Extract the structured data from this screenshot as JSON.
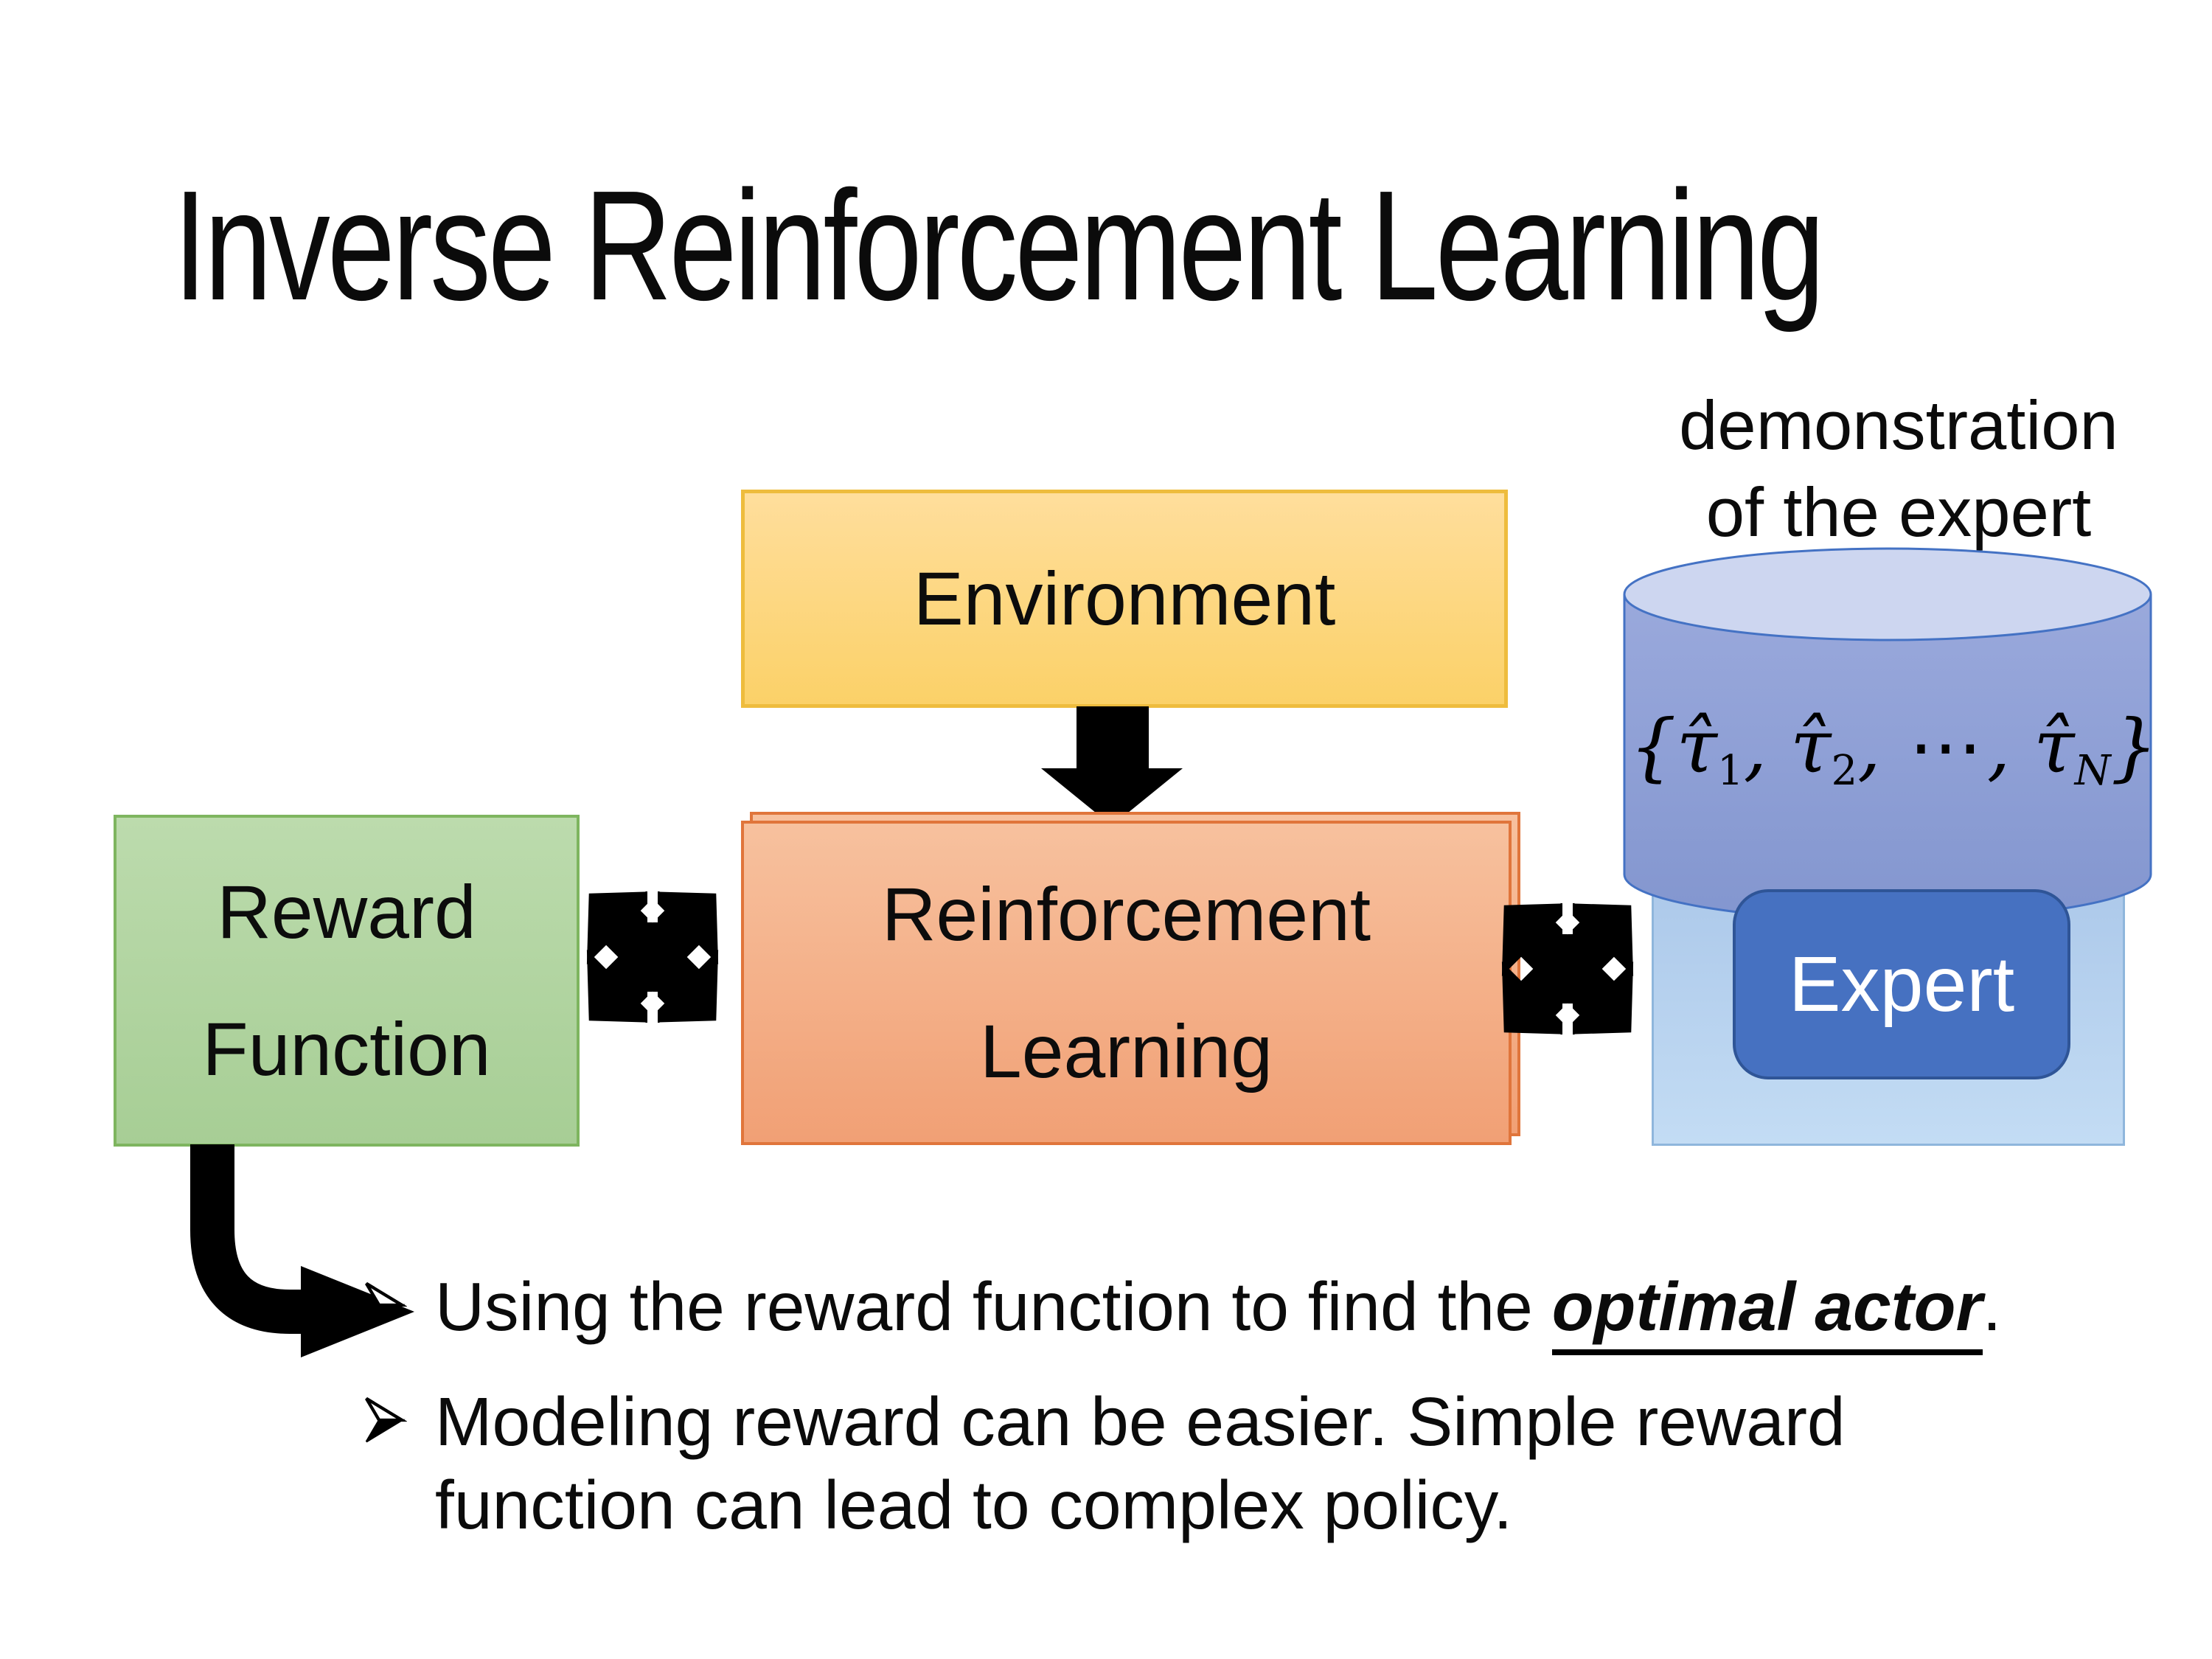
{
  "slide": {
    "title": "Inverse Reinforcement Learning"
  },
  "annotation": {
    "line1": "demonstration",
    "line2": "of the expert"
  },
  "diagram": {
    "environment": {
      "label": "Environment",
      "fill_top": "#FFDE9C",
      "fill_bottom": "#FBD168",
      "border": "#EEBC3D"
    },
    "reward_function": {
      "line1": "Reward",
      "line2": "Function",
      "fill_top": "#BCDBAD",
      "fill_bottom": "#A7CE95",
      "border": "#7EB55F"
    },
    "reinforcement_learning": {
      "line1": "Reinforcement",
      "line2": "Learning",
      "fill_top": "#F7C19E",
      "fill_bottom": "#F1A075",
      "border": "#E0753B"
    },
    "expert": {
      "label": "Expert",
      "fill": "#4671C1",
      "border": "#2F5597",
      "text_color": "#FFFFFF"
    },
    "expert_panel": {
      "fill_top": "#A8C5E8",
      "fill_bottom": "#C3DCF4",
      "border": "#8FB6DC"
    },
    "database": {
      "body_fill_top": "#9AA9DC",
      "body_fill_bottom": "#8396CF",
      "top_fill": "#CDD6F0",
      "border": "#4472C4",
      "formula": {
        "lbrace": "{",
        "tau": "τ̂",
        "sub1": "1",
        "sub2": "2",
        "dots": "⋯",
        "subN": "N",
        "rbrace": "}",
        "comma": ", "
      }
    },
    "arrow_color": "#000000"
  },
  "bullets": {
    "b1": {
      "prefix": "Using the reward function to find the ",
      "emphasis": "optimal actor",
      "suffix": "."
    },
    "b2": {
      "line1": "Modeling reward can be easier. Simple reward",
      "line2": "function can lead to complex policy."
    }
  }
}
